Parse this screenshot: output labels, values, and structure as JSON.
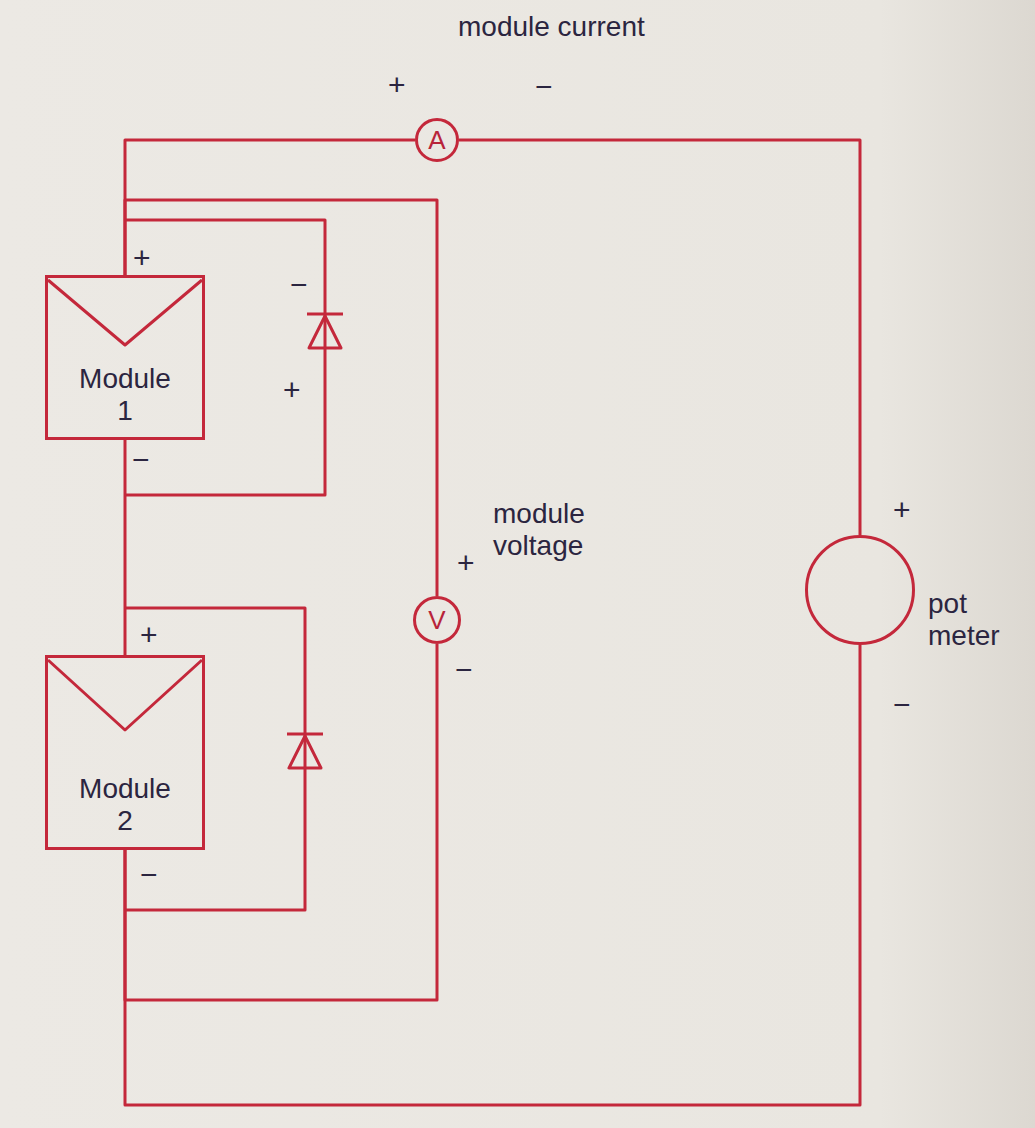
{
  "diagram": {
    "nodes": [
      {
        "text": [
          "module current",
          "A"
        ]
      },
      {
        "text": [
          "Module 1"
        ]
      },
      {
        "text": [
          "module voltage",
          "V"
        ]
      },
      {
        "text": [
          "pot meter"
        ]
      },
      {
        "text": [
          "Module 2"
        ]
      }
    ],
    "edges": [
      {
        "from": 1,
        "to": 0,
        "arrow": "none"
      },
      {
        "from": 0,
        "to": 3,
        "arrow": "none"
      },
      {
        "from": 3,
        "to": 4,
        "arrow": "none"
      },
      {
        "from": 1,
        "to": 4,
        "arrow": "none"
      },
      {
        "from": 1,
        "to": 2,
        "arrow": "none"
      },
      {
        "from": 2,
        "to": 4,
        "arrow": "none"
      }
    ],
    "labels": [
      "+",
      "−",
      "+",
      "−",
      "+",
      "−",
      "+",
      "+",
      "+",
      "−",
      "−",
      "−"
    ]
  }
}
